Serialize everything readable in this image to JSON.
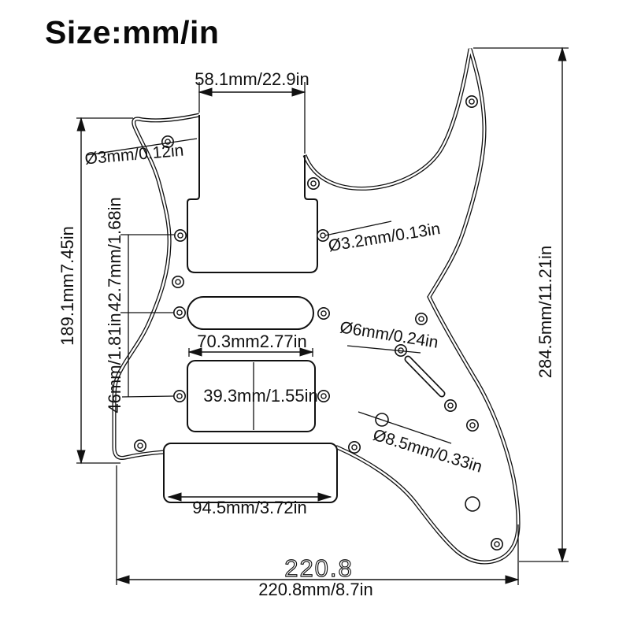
{
  "title": "Size:mm/in",
  "diagram": {
    "labels": {
      "neck_width": "58.1mm/22.9in",
      "screw_hole_diameter": "Ø3mm/0.12in",
      "left_height": "189.1mm7.45in",
      "pickup_spacing_upper": "42.7mm/1.68in",
      "pickup_spacing_lower": "46mm/1.81in",
      "mount_hole_diameter": "Ø3.2mm/0.13in",
      "humbucker_width": "70.3mm2.77in",
      "humbucker_height": "39.3mm/1.55in",
      "pot_hole_diameter": "Ø6mm/0.24in",
      "switch_hole_diameter": "Ø8.5mm/0.33in",
      "bridge_pickup_width": "94.5mm/3.72in",
      "right_height": "284.5mm/11.21in",
      "overall_width_plain": "220.8",
      "overall_width": "220.8mm/8.7in"
    }
  }
}
